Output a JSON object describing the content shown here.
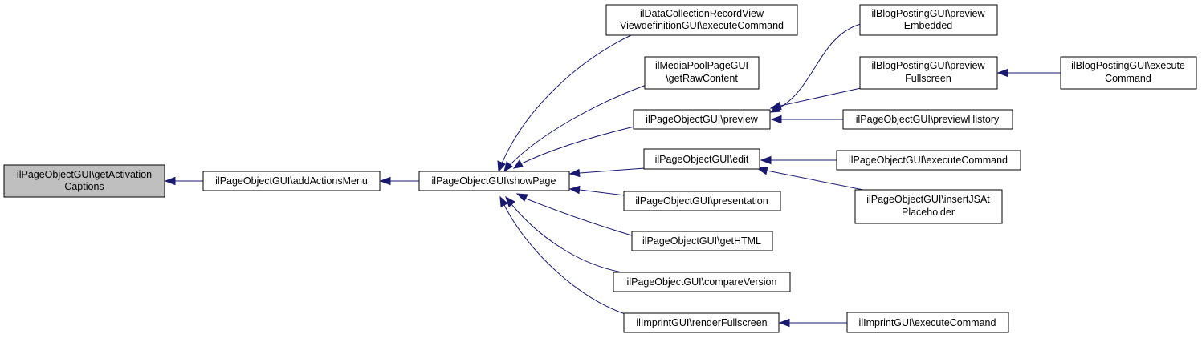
{
  "graph": {
    "colors": {
      "edge": "#191970",
      "highlight_fill": "#bfbfbf",
      "node_fill": "#ffffff",
      "node_border": "#000000"
    },
    "nodes": {
      "getActivationCaptions": {
        "lines": [
          "ilPageObjectGUI\\getActivation",
          "Captions"
        ],
        "highlighted": true
      },
      "addActionsMenu": {
        "lines": [
          "ilPageObjectGUI\\addActionsMenu"
        ]
      },
      "showPage": {
        "lines": [
          "ilPageObjectGUI\\showPage"
        ]
      },
      "dclExecute": {
        "lines": [
          "ilDataCollectionRecordView",
          "ViewdefinitionGUI\\executeCommand"
        ]
      },
      "mediaPool": {
        "lines": [
          "ilMediaPoolPageGUI",
          "\\getRawContent"
        ]
      },
      "preview": {
        "lines": [
          "ilPageObjectGUI\\preview"
        ]
      },
      "edit": {
        "lines": [
          "ilPageObjectGUI\\edit"
        ]
      },
      "presentation": {
        "lines": [
          "ilPageObjectGUI\\presentation"
        ]
      },
      "getHTML": {
        "lines": [
          "ilPageObjectGUI\\getHTML"
        ]
      },
      "compareVersion": {
        "lines": [
          "ilPageObjectGUI\\compareVersion"
        ]
      },
      "renderFullscreen": {
        "lines": [
          "ilImprintGUI\\renderFullscreen"
        ]
      },
      "blogPreviewEmbedded": {
        "lines": [
          "ilBlogPostingGUI\\preview",
          "Embedded"
        ]
      },
      "blogPreviewFullscreen": {
        "lines": [
          "ilBlogPostingGUI\\preview",
          "Fullscreen"
        ]
      },
      "previewHistory": {
        "lines": [
          "ilPageObjectGUI\\previewHistory"
        ]
      },
      "editExecute": {
        "lines": [
          "ilPageObjectGUI\\executeCommand"
        ]
      },
      "insertJS": {
        "lines": [
          "ilPageObjectGUI\\insertJSAt",
          "Placeholder"
        ]
      },
      "imprintExecute": {
        "lines": [
          "ilImprintGUI\\executeCommand"
        ]
      },
      "blogExecute": {
        "lines": [
          "ilBlogPostingGUI\\execute",
          "Command"
        ]
      }
    }
  }
}
